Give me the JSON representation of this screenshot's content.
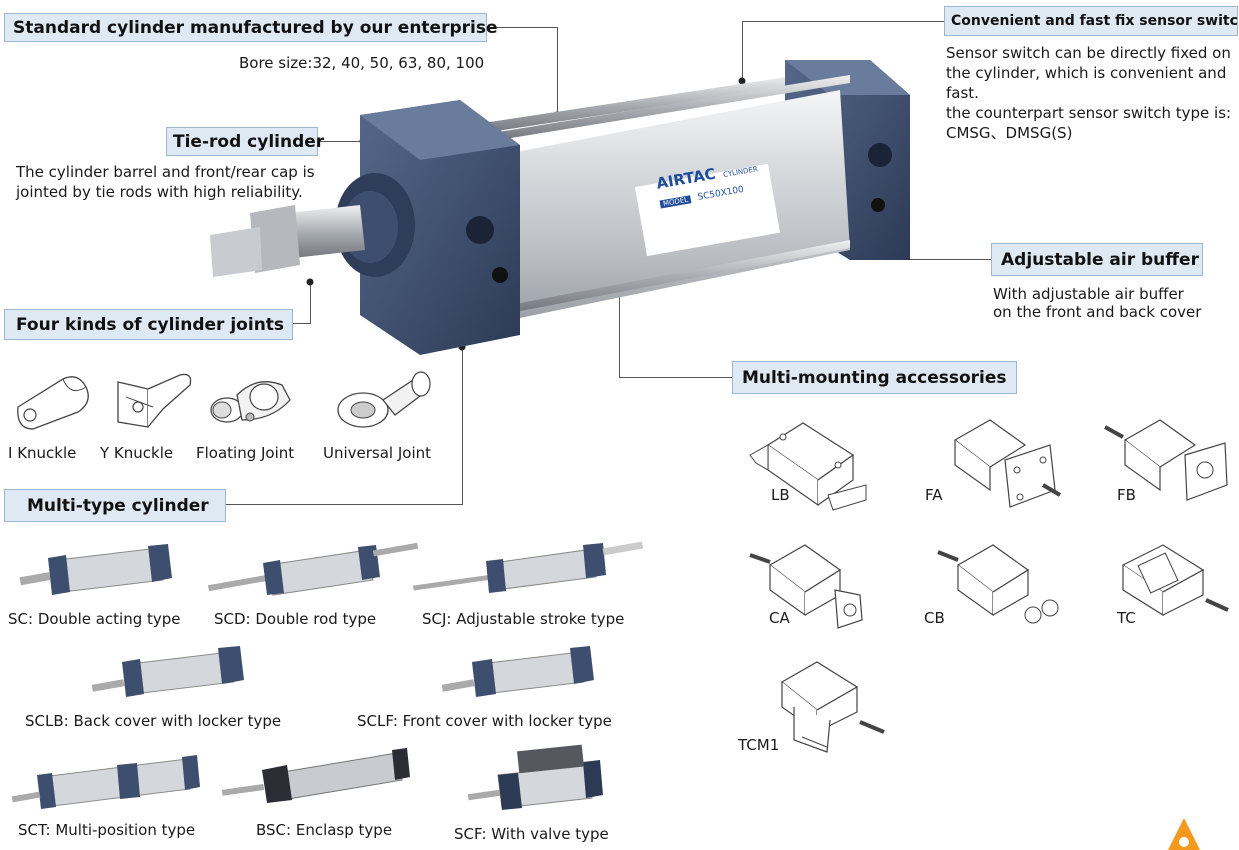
{
  "tags": {
    "standard": "Standard cylinder manufactured by our enterprise",
    "sensor": "Convenient and fast fix sensor switch",
    "tierod": "Tie-rod cylinder",
    "buffer": "Adjustable air buffer",
    "joints": "Four kinds of cylinder joints",
    "mounting": "Multi-mounting accessories",
    "multitype": "Multi-type cylinder"
  },
  "descriptions": {
    "bore": "Bore size:32, 40, 50, 63, 80, 100",
    "sensor_l1": "Sensor switch can be directly fixed on",
    "sensor_l2": "the cylinder, which is convenient and",
    "sensor_l3": "fast.",
    "sensor_l4": "the counterpart sensor switch type is:",
    "sensor_l5": "CMSG、DMSG(S)",
    "tierod_l1": "The cylinder barrel and front/rear cap is",
    "tierod_l2": "jointed by tie rods with high reliability.",
    "buffer_l1": "With adjustable air buffer",
    "buffer_l2": "on the front and back cover"
  },
  "product_label": {
    "brand": "AIRTAC",
    "sub": "CYLINDER",
    "model_tag": "MODEL",
    "model": "SC50X100"
  },
  "joints": [
    "I Knuckle",
    "Y Knuckle",
    "Floating Joint",
    "Universal Joint"
  ],
  "cylinder_types": {
    "sc": "SC: Double acting type",
    "scd": "SCD: Double rod type",
    "scj": "SCJ: Adjustable stroke type",
    "sclb": "SCLB: Back cover with locker type",
    "sclf": "SCLF: Front cover with locker type",
    "sct": "SCT: Multi-position type",
    "bsc": "BSC: Enclasp type",
    "scf": "SCF: With valve type"
  },
  "mountings": [
    "LB",
    "FA",
    "FB",
    "CA",
    "CB",
    "TC",
    "TCM1"
  ],
  "colors": {
    "tag_bg": "#dfe9f4",
    "tag_border": "#9fb6cf",
    "cap_blue": "#3d4e6e",
    "barrel": "#c9ccd0",
    "logo_orange": "#f39a1e"
  }
}
